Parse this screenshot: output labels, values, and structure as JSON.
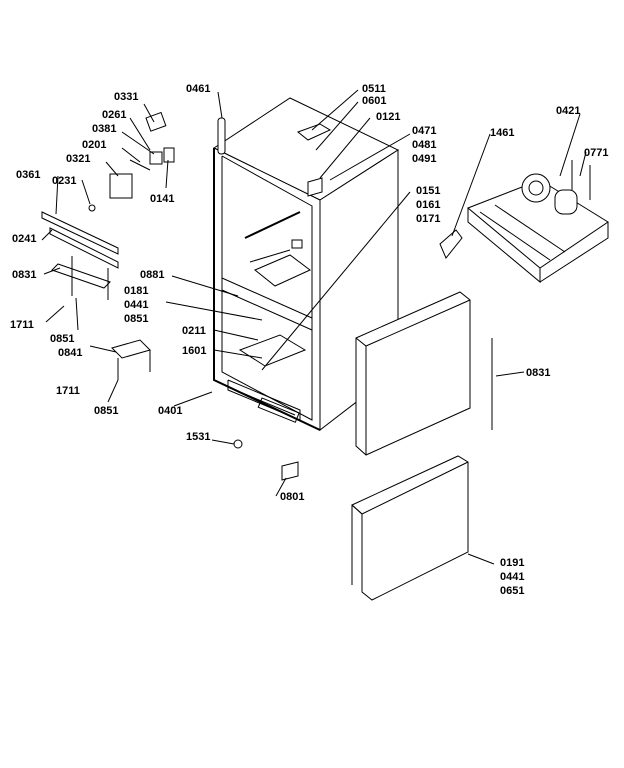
{
  "labels": {
    "l0461": "0461",
    "l0511": "0511",
    "l0601a": "0601",
    "l0121": "0121",
    "l0331": "0331",
    "l0261": "0261",
    "l0381": "0381",
    "l0201": "0201",
    "l0321": "0321",
    "l0141": "0141",
    "l0361": "0361",
    "l0231": "0231",
    "l0241": "0241",
    "l0831a": "0831",
    "l1711a": "1711",
    "l0851a": "0851",
    "l0841": "0841",
    "l1711b": "1711",
    "l0851b": "0851",
    "l0881": "0881",
    "l0181": "0181",
    "l0441a": "0441",
    "l0851c": "0851",
    "l0211": "0211",
    "l1601": "1601",
    "l0401": "0401",
    "l1531": "1531",
    "l0801": "0801",
    "l0471": "0471",
    "l0481": "0481",
    "l0491": "0491",
    "l1461": "1461",
    "l0151": "0151",
    "l0161": "0161",
    "l0171": "0171",
    "l0421": "0421",
    "l0771": "0771",
    "l0831b": "0831",
    "l0191": "0191",
    "l0441b": "0441",
    "l0651": "0651"
  }
}
